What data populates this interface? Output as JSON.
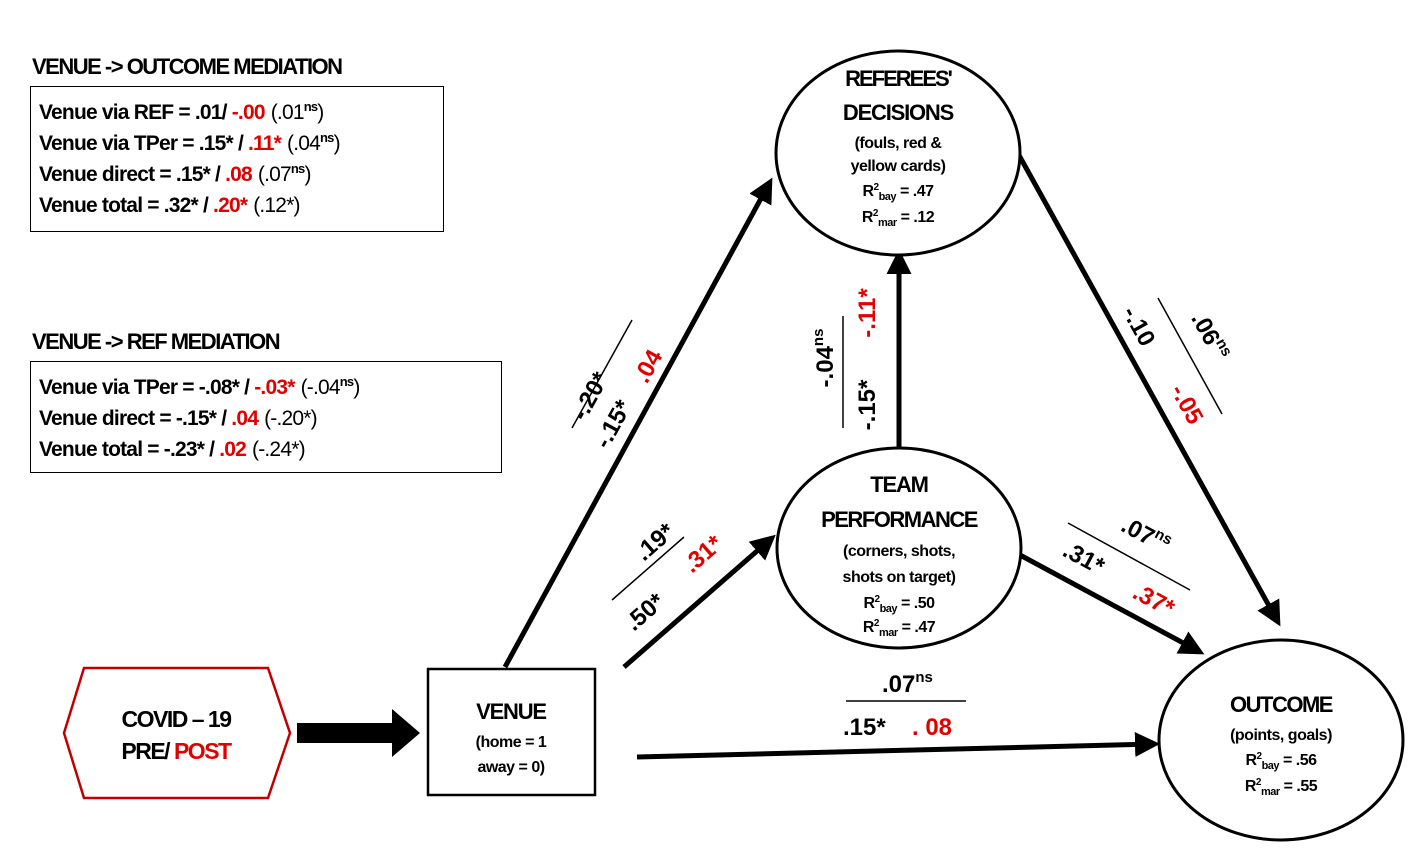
{
  "outcome_panel": {
    "title": "VENUE -> OUTCOME  MEDIATION",
    "rows": [
      {
        "label": "Venue via REF = .01/ ",
        "red": "-.00",
        "paren": "(.01",
        "sup": "ns",
        "close": ")"
      },
      {
        "label": "Venue via TPer = .15* / ",
        "red": ".11*",
        "paren": "(.04",
        "sup": "ns",
        "close": ")"
      },
      {
        "label": "Venue direct = .15* / ",
        "red": ".08",
        "paren": "(.07",
        "sup": "ns",
        "close": ")"
      },
      {
        "label": "Venue total = .32* / ",
        "red": ".20*",
        "paren": "(.12*)",
        "sup": "",
        "close": ""
      }
    ]
  },
  "ref_panel": {
    "title": "VENUE -> REF MEDIATION",
    "rows": [
      {
        "label": "Venue via TPer = -.08* / ",
        "red": "-.03*",
        "paren": "(-.04",
        "sup": "ns",
        "close": ")"
      },
      {
        "label": "Venue direct = -.15* / ",
        "red": ".04",
        "paren": "(-.20*)",
        "sup": "",
        "close": ""
      },
      {
        "label": "Venue total = -.23* / ",
        "red": ".02",
        "paren": "(-.24*)",
        "sup": "",
        "close": ""
      }
    ]
  },
  "nodes": {
    "covid": {
      "line1": "COVID – 19",
      "pre": "PRE/ ",
      "post": "POST"
    },
    "venue": {
      "title": "VENUE",
      "line1": "(home = 1",
      "line2": "away = 0)"
    },
    "referees": {
      "title1": "REFEREES'",
      "title2": "DECISIONS",
      "sub1": "(fouls,  red &",
      "sub2": "yellow cards)",
      "r2bay": ".47",
      "r2mar": ".12"
    },
    "team": {
      "title1": "TEAM",
      "title2": "PERFORMANCE",
      "sub1": "(corners, shots,",
      "sub2": "shots on target)",
      "r2bay": ".50",
      "r2mar": ".47"
    },
    "outcome": {
      "title": "OUTCOME",
      "sub1": "(points, goals)",
      "r2bay": ".56",
      "r2mar": ".55"
    }
  },
  "r2": {
    "r": "R",
    "sq": "2",
    "bay": "bay",
    "mar": "mar",
    "eq": " = "
  },
  "paths": {
    "venue_ref": {
      "top": "-.20*",
      "bottom": "-.15*",
      "red": ".04"
    },
    "venue_team": {
      "top": ".19*",
      "bottom": ".50*",
      "red": ".31*"
    },
    "team_ref": {
      "left": "-.04",
      "left_sup": "ns",
      "bottom": "-.15*",
      "red": "-.11*"
    },
    "ref_outcome": {
      "top": "-.10",
      "right": ".06",
      "right_sup": "ns",
      "red": "-.05"
    },
    "team_outcome": {
      "top": ".07",
      "top_sup": "ns",
      "bottom": ".31*",
      "red": ".37*"
    },
    "venue_outcome": {
      "top": ".07",
      "top_sup": "ns",
      "bottom": ".15*",
      "red": ". 08"
    }
  },
  "colors": {
    "red": "#e10000",
    "covid_border": "#c00000",
    "line": "#000000"
  }
}
